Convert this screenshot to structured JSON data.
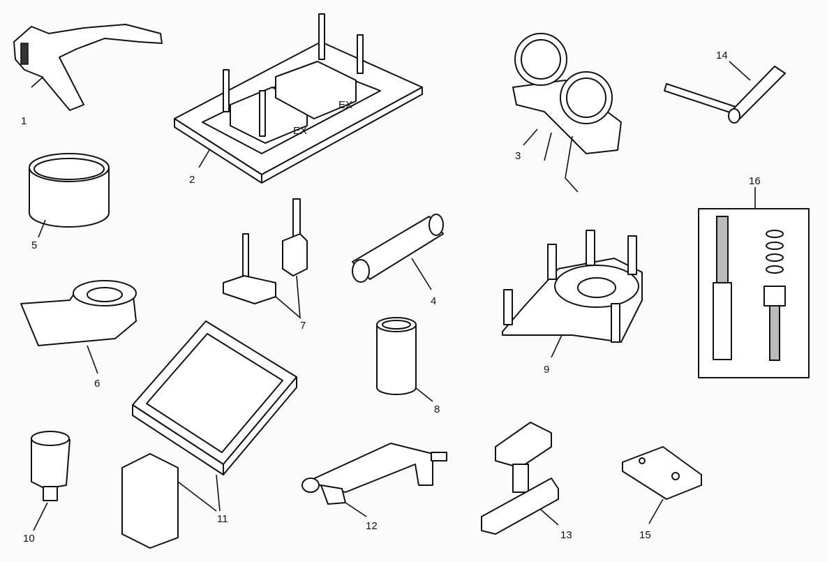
{
  "diagram": {
    "parts": [
      {
        "number": "1"
      },
      {
        "number": "2"
      },
      {
        "number": "3"
      },
      {
        "number": "4"
      },
      {
        "number": "5"
      },
      {
        "number": "6"
      },
      {
        "number": "7"
      },
      {
        "number": "8"
      },
      {
        "number": "9"
      },
      {
        "number": "10"
      },
      {
        "number": "11"
      },
      {
        "number": "12"
      },
      {
        "number": "13"
      },
      {
        "number": "14"
      },
      {
        "number": "15"
      },
      {
        "number": "16"
      }
    ],
    "stamp_text": "EX"
  }
}
